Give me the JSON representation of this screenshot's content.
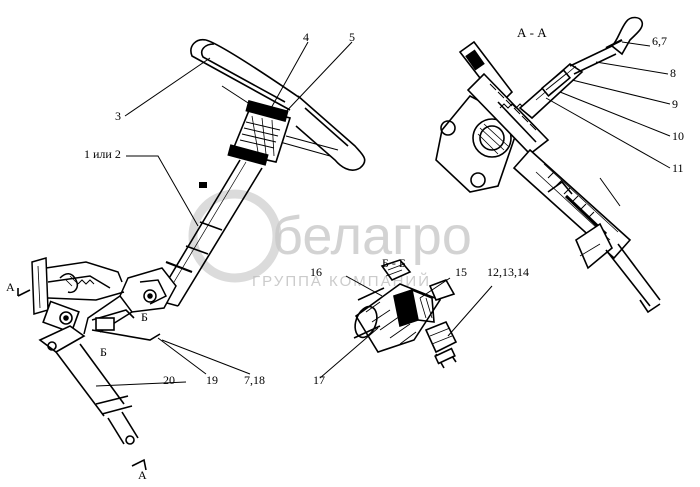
{
  "section_titles": {
    "aa": "А - А",
    "bb": "Б - Б"
  },
  "callouts": {
    "c1or2": "1 или 2",
    "c3": "3",
    "c4": "4",
    "c5": "5",
    "c67": "6,7",
    "c8": "8",
    "c9": "9",
    "c10": "10",
    "c11": "11",
    "c121314": "12,13,14",
    "c15": "15",
    "c16": "16",
    "c17": "17",
    "c19": "19",
    "c718": "7,18",
    "c20": "20"
  },
  "section_marks": {
    "a_left": "А",
    "a_bottom": "А",
    "b_upper": "Б",
    "b_lower": "Б"
  },
  "watermark": {
    "brand": "белагро",
    "group": "ГРУППА КОМПАНИЙ"
  },
  "colors": {
    "line": "#000000",
    "watermark": "#c9c9c9"
  }
}
